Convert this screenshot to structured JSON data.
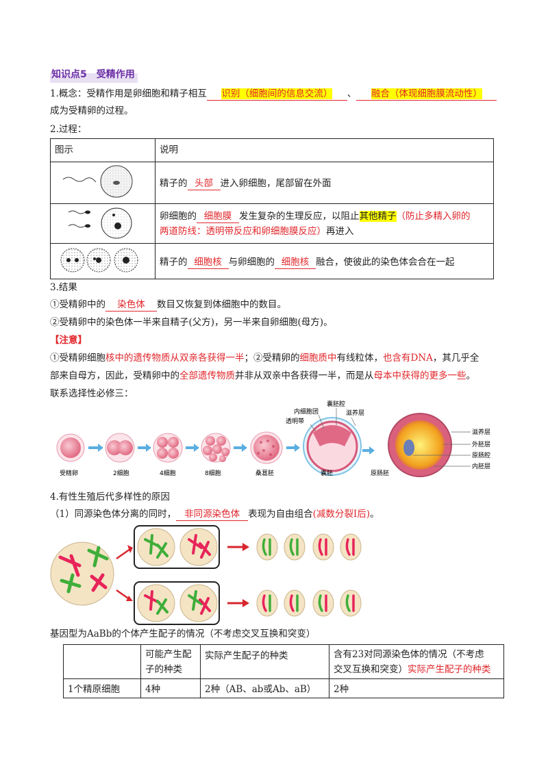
{
  "section_title": {
    "prefix": "知识点5",
    "text": "受精作用"
  },
  "concept": {
    "lead": "1.概念：受精作用是卵细胞和精子相互",
    "blank1": "识别（细胞间的信息交流）",
    "sep": "、",
    "blank2": "融合（体现细胞膜流动性）",
    "tail": "成为受精卵的过程。"
  },
  "process_heading": "2.过程：",
  "process_table": {
    "headers": [
      "图示",
      "说明"
    ],
    "row1": {
      "pre": "精子的",
      "blank": "头部",
      "post": "进入卵细胞，尾部留在外面"
    },
    "row2": {
      "pre": "卵细胞的",
      "blank": "细胞膜",
      "mid": "发生复杂的生理反应，以阻止",
      "hl": "其他精子",
      "red1": "（防止多精入卵的",
      "red2": "两道防线：透明带反应和卵细胞膜反应）",
      "post": "再进入"
    },
    "row3": {
      "pre": "精子的",
      "blank1": "细胞核",
      "mid": "与卵细胞的",
      "blank2": "细胞核",
      "post": "融合，使彼此的染色体会合在一起"
    }
  },
  "result": {
    "heading": "3.结果",
    "line1_pre": "①受精卵中的",
    "line1_blank": "染色体",
    "line1_post": "数目又恢复到体细胞中的数目。",
    "line2": "②受精卵中的染色体一半来自精子(父方)，另一半来自卵细胞(母方)。"
  },
  "note": {
    "label": "【注意】",
    "l1": [
      "①受精卵细胞",
      "核中的遗传物质从双亲各获得一半",
      "；②受精卵的",
      "细胞质中",
      "有线粒体，",
      "也含有DNA",
      "，其几乎全"
    ],
    "l2": [
      "部来自母方，因此，受精卵中的",
      "全部遗传物质",
      "并非从双亲中各获得一半，而是从",
      "母本中获得的更多一些",
      "。"
    ],
    "l3": "联系选择性必修三："
  },
  "embryo_figure": {
    "stages": [
      "受精卵",
      "2细胞",
      "4细胞",
      "8细胞",
      "桑葚胚",
      "囊胚",
      "原肠胚"
    ],
    "blastula_labels": [
      "囊胚腔",
      "内细胞团",
      "透明带",
      "滋养层"
    ],
    "gastrula_labels": [
      "滋养层",
      "外胚层",
      "原肠腔",
      "内胚层"
    ]
  },
  "diversity": {
    "heading": "4.有性生殖后代多样性的原因",
    "l1_pre": "（1）同源染色体分离的同时，",
    "l1_blank": "非同源染色体",
    "l1_mid": "表现为自由组合",
    "l1_red": "(减数分裂Ⅰ后)",
    "l1_end": "。"
  },
  "gamete": {
    "heading": "基因型为AaBb的个体产生配子的情况（不考虑交叉互换和突变）",
    "headers": [
      "",
      "可能产生配子的种类",
      "实际产生配子的种类",
      "含有23对同源染色体的情况（不考虑交叉互换和突变）"
    ],
    "header_red": "实际产生配子的种类",
    "header1_l1": "可能产生配",
    "header1_l2": "子的种类",
    "header3_l1": "含有23对同源染色体的情况（不考虑",
    "header3_l2": "交叉互换和突变）",
    "row": [
      "1个精原细胞",
      "4种",
      "2种（AB、ab或Ab、aB）",
      "2种"
    ]
  },
  "colors": {
    "accent_red": "#e0262b",
    "title_purple": "#6b2fa6",
    "highlight": "#ffff00",
    "chromosome_red": "#e8245a",
    "chromosome_green": "#3fae3a",
    "arrow_blue": "#5aaee0"
  }
}
